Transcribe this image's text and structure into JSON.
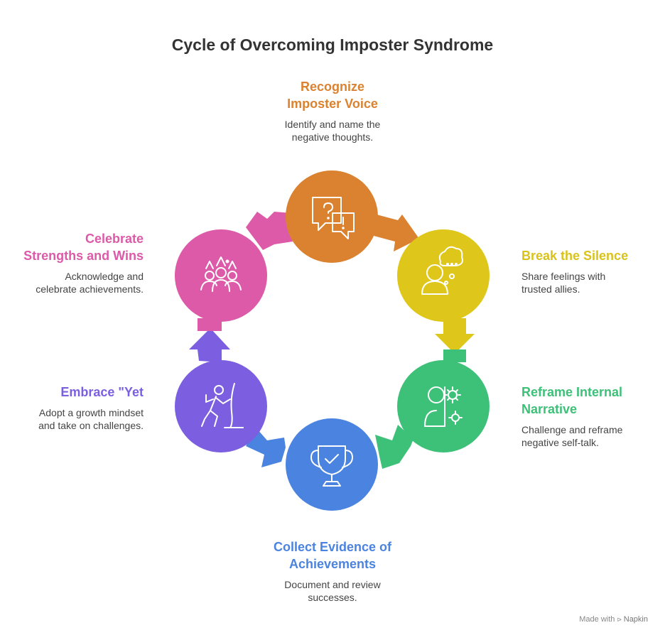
{
  "title": "Cycle of Overcoming Imposter Syndrome",
  "steps": [
    {
      "heading_1": "Recognize",
      "heading_2": "Imposter Voice",
      "desc_1": "Identify and name the",
      "desc_2": "negative thoughts.",
      "color": "#DB8230",
      "icon": "speech-bubbles-question-exclamation-icon"
    },
    {
      "heading_1": "Break the Silence",
      "heading_2": "",
      "desc_1": "Share feelings with",
      "desc_2": "trusted allies.",
      "color": "#DEC71A",
      "icon": "person-thought-bubble-icon"
    },
    {
      "heading_1": "Reframe Internal",
      "heading_2": "Narrative",
      "desc_1": "Challenge and reframe",
      "desc_2": "negative self-talk.",
      "color": "#3DC078",
      "icon": "head-gears-icon"
    },
    {
      "heading_1": "Collect Evidence of",
      "heading_2": "Achievements",
      "desc_1": "Document and review",
      "desc_2": "successes.",
      "color": "#4A83E0",
      "icon": "trophy-check-icon"
    },
    {
      "heading_1": "Embrace \"Yet",
      "heading_2": "",
      "desc_1": "Adopt a growth mindset",
      "desc_2": "and take on challenges.",
      "color": "#7B5FE0",
      "icon": "climbing-person-icon"
    },
    {
      "heading_1": "Celebrate",
      "heading_2": "Strengths and Wins",
      "desc_1": "Acknowledge and",
      "desc_2": "celebrate achievements.",
      "color": "#DC5AA8",
      "icon": "celebrating-group-icon"
    }
  ],
  "footer": {
    "prefix": "Made with",
    "brand": "Napkin"
  }
}
